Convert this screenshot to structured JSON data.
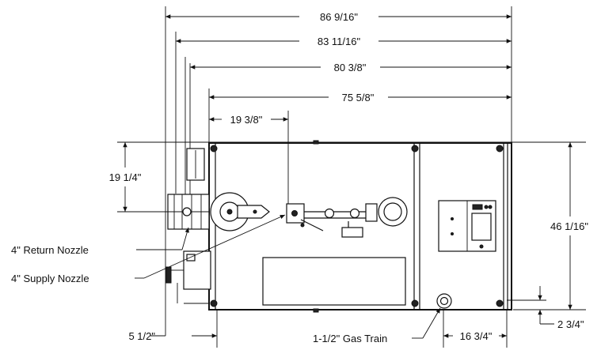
{
  "dimensions": {
    "overall_length": "86 9/16\"",
    "length_2": "83 11/16\"",
    "length_3": "80 3/8\"",
    "length_4": "75 5/8\"",
    "nozzle_offset": "19 3/8\"",
    "nozzle_height": "19 1/4\"",
    "overall_height": "46 1/16\"",
    "left_offset": "5 1/2\"",
    "gas_offset": "16 3/4\"",
    "bottom_offset": "2 3/4\""
  },
  "labels": {
    "return_nozzle": "4\" Return Nozzle",
    "supply_nozzle": "4\" Supply Nozzle",
    "gas_train": "1-1/2\" Gas Train"
  }
}
